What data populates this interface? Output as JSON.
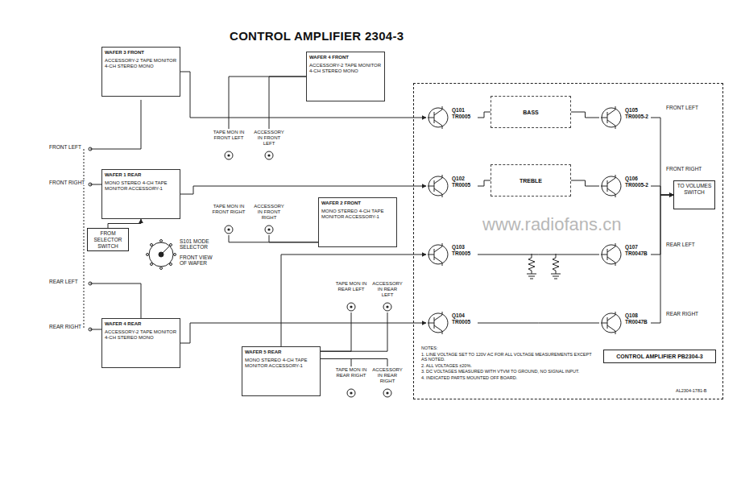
{
  "diagram": {
    "title": "CONTROL AMPLIFIER 2304-3",
    "nodes": [
      {
        "text": [
          "CONTROL AMPLIFIER PB2304-3"
        ]
      },
      {
        "text": [
          "Q101",
          "TR0005"
        ],
        "in": 0
      },
      {
        "text": [
          "Q102",
          "TR0005"
        ],
        "in": 0
      },
      {
        "text": [
          "Q103",
          "TR0005"
        ],
        "in": 0
      },
      {
        "text": [
          "Q104",
          "TR0005"
        ],
        "in": 0
      },
      {
        "text": [
          "Q105",
          "TR0005-2"
        ],
        "in": 0
      },
      {
        "text": [
          "Q106",
          "TR0005-2"
        ],
        "in": 0
      },
      {
        "text": [
          "Q107",
          "TR0047B"
        ],
        "in": 0
      },
      {
        "text": [
          "Q108",
          "TR0047B"
        ],
        "in": 0
      },
      {
        "text": [
          "BASS"
        ],
        "in": 0
      },
      {
        "text": [
          "TREBLE"
        ],
        "in": 0
      },
      {
        "text": [
          "FROM SELECTOR SWITCH"
        ]
      },
      {
        "text": [
          "TO VOLUMES SWITCH"
        ],
        "in": 0
      },
      {
        "text": [
          "WAFER 3 FRONT",
          "ACCESSORY-2 TAPE MONITOR 4-CH STEREO MONO"
        ]
      },
      {
        "text": [
          "WAFER 1 REAR",
          "MONO STEREO 4-CH TAPE MONITOR ACCESSORY-1"
        ]
      },
      {
        "text": [
          "WAFER 4 REAR",
          "ACCESSORY-2 TAPE MONITOR 4-CH STEREO MONO"
        ]
      },
      {
        "text": [
          "WAFER 4 FRONT",
          "ACCESSORY-2 TAPE MONITOR 4-CH STEREO MONO"
        ]
      },
      {
        "text": [
          "WAFER 5 REAR",
          "MONO STEREO 4-CH TAPE MONITOR ACCESSORY-1"
        ]
      },
      {
        "text": [
          "WAFER 2 FRONT",
          "MONO STEREO 4-CH TAPE MONITOR ACCESSORY-1"
        ]
      },
      {
        "text": [
          "TAPE MON IN FRONT LEFT"
        ]
      },
      {
        "text": [
          "ACCESSORY IN FRONT LEFT"
        ]
      },
      {
        "text": [
          "TAPE MON IN FRONT RIGHT"
        ]
      },
      {
        "text": [
          "ACCESSORY IN FRONT RIGHT"
        ]
      },
      {
        "text": [
          "TAPE MON IN REAR LEFT"
        ]
      },
      {
        "text": [
          "ACCESSORY IN REAR LEFT"
        ]
      },
      {
        "text": [
          "TAPE MON IN REAR RIGHT"
        ]
      },
      {
        "text": [
          "ACCESSORY IN REAR RIGHT"
        ]
      }
    ],
    "edges": [
      {
        "from": 11,
        "to": 14,
        "arrow": "to"
      },
      {
        "from": 13,
        "to": 1,
        "arrow": "to"
      },
      {
        "from": 14,
        "to": 2,
        "arrow": "to"
      },
      {
        "from": 15,
        "to": 4,
        "arrow": "to"
      },
      {
        "from": 17,
        "to": 3,
        "arrow": "to"
      },
      {
        "from": 1,
        "to": 9,
        "arrow": "none"
      },
      {
        "from": 9,
        "to": 5,
        "arrow": "none"
      },
      {
        "from": 2,
        "to": 10,
        "arrow": "none"
      },
      {
        "from": 10,
        "to": 6,
        "arrow": "none"
      },
      {
        "from": 3,
        "to": 7,
        "arrow": "none"
      },
      {
        "from": 4,
        "to": 8,
        "arrow": "none"
      },
      {
        "from": 5,
        "to": 12,
        "arrow": "to"
      },
      {
        "from": 6,
        "to": 12,
        "arrow": "to"
      },
      {
        "from": 7,
        "to": 12,
        "arrow": "to"
      },
      {
        "from": 8,
        "to": 12,
        "arrow": "to"
      },
      {
        "from": 19,
        "to": 16,
        "arrow": "none"
      },
      {
        "from": 20,
        "to": 16,
        "arrow": "none"
      },
      {
        "from": 21,
        "to": 18,
        "arrow": "none"
      },
      {
        "from": 22,
        "to": 18,
        "arrow": "none"
      },
      {
        "from": 23,
        "to": 17,
        "arrow": "none"
      },
      {
        "from": 24,
        "to": 17,
        "arrow": "none"
      },
      {
        "from": 25,
        "to": 17,
        "arrow": "none"
      },
      {
        "from": 26,
        "to": 17,
        "arrow": "none"
      }
    ],
    "labels": [
      "FRONT LEFT",
      "FRONT RIGHT",
      "REAR LEFT",
      "REAR RIGHT",
      "S101 MODE SELECTOR",
      "FRONT VIEW OF WAFER",
      "FRONT LEFT",
      "FRONT RIGHT",
      "REAR LEFT",
      "REAR RIGHT",
      "NOTES:",
      "1. LINE VOLTAGE SET TO 120V AC FOR ALL VOLTAGE MEASUREMENTS EXCEPT AS NOTED.",
      "2. ALL VOLTAGES ±20%.",
      "3. DC VOLTAGES MEASURED WITH VTVM TO GROUND, NO SIGNAL INPUT.",
      "4. INDICATED PARTS MOUNTED OFF BOARD.",
      "www.radiofans.cn",
      "AL2304-1781-B"
    ]
  }
}
